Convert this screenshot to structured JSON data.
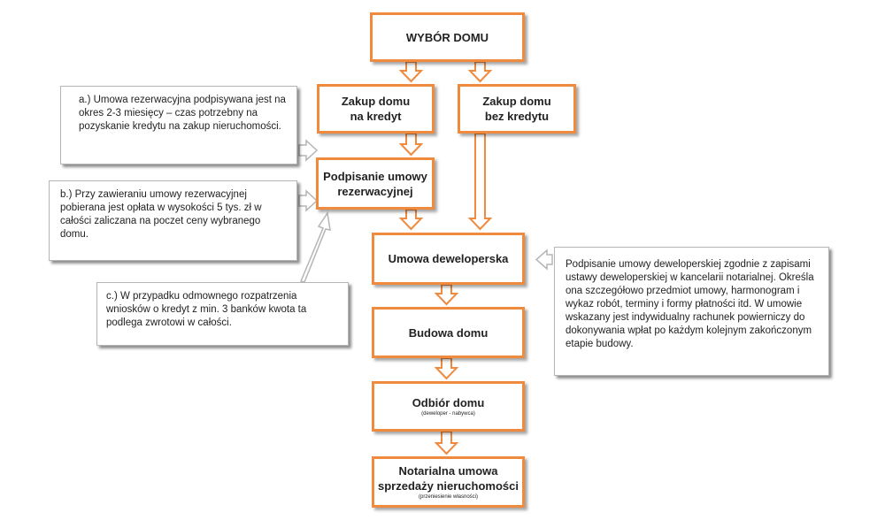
{
  "nodes": {
    "wybor": "WYBÓR DOMU",
    "kredyt": "Zakup domu na kredyt",
    "bez_kredytu": "Zakup domu bez kredytu",
    "rezerwacyjna": "Podpisanie umowy rezerwacyjnej",
    "deweloperska": "Umowa deweloperska",
    "budowa": "Budowa domu",
    "odbior": "Odbiór domu",
    "odbior_sub": "(deweloper - nabywca)",
    "notarialna": "Notarialna umowa sprzedaży nieruchomości",
    "notarialna_sub": "(przeniesienie własności)"
  },
  "notes": {
    "a": "a.)   Umowa rezerwacyjna podpisywana jest na okres 2-3 miesięcy – czas potrzebny na pozyskanie kredytu na zakup nieruchomości.",
    "b": "b.)   Przy zawieraniu umowy rezerwacyjnej pobierana jest opłata w wysokości 5 tys. zł w całości zaliczana na poczet ceny wybranego domu.",
    "c": "c.)   W przypadku odmownego rozpatrzenia wniosków o kredyt z min. 3 banków kwota ta podlega zwrotowi w całości.",
    "deweloperska": "Podpisanie umowy deweloperskiej zgodnie z zapisami ustawy deweloperskiej w kancelarii notarialnej. Określa ona szczegółowo przedmiot umowy, harmonogram i wykaz robót, terminy i formy płatności itd. W umowie wskazany jest indywidualny rachunek powierniczy do dokonywania wpłat po każdym kolejnym zakończonym etapie budowy."
  },
  "colors": {
    "accent": "#ef8a3f",
    "note_border": "#b5b5b5"
  }
}
